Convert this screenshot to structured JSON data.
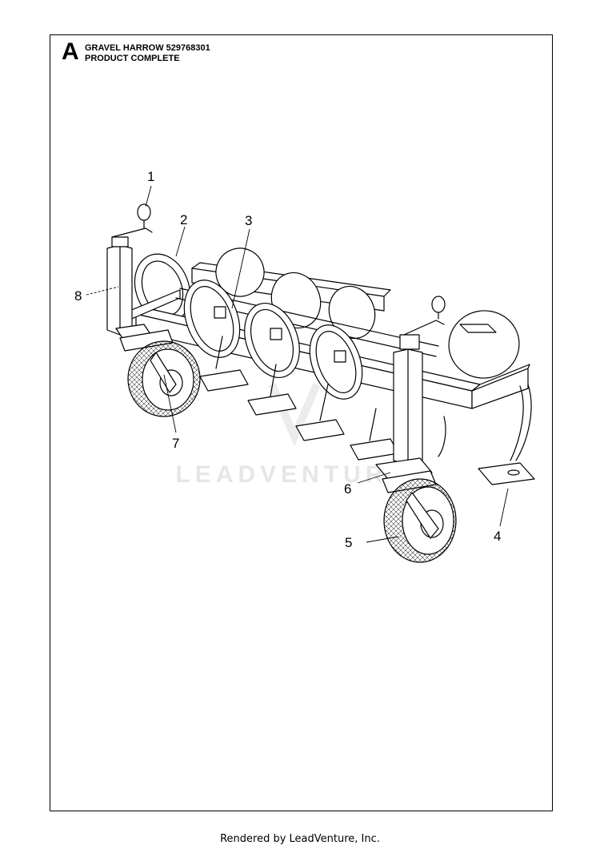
{
  "section": {
    "letter": "A",
    "title_line1": "GRAVEL HARROW 529768301",
    "title_line2": "PRODUCT COMPLETE"
  },
  "watermark": "LEADVENTURE",
  "callouts": [
    "1",
    "2",
    "3",
    "4",
    "5",
    "6",
    "7",
    "8"
  ],
  "footer": "Rendered by LeadVenture, Inc."
}
